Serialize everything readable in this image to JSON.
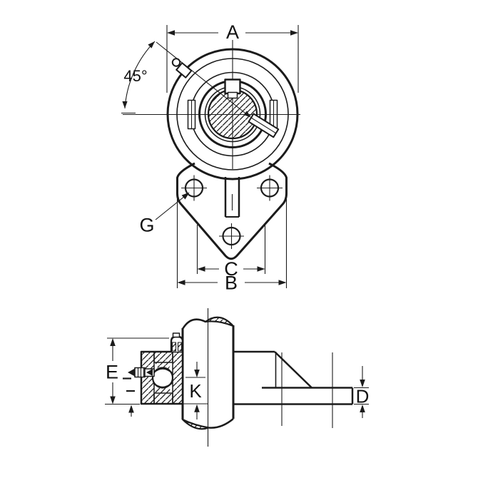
{
  "drawing": {
    "description": "Two-view engineering dimension drawing of a three-bolt flanged bracket ball bearing unit: front view (top) and sectioned side view with shaft (bottom)",
    "labels": {
      "width_a": "A",
      "angle": "45°",
      "grease_hole_ref": "G",
      "inner_bolt_span_c": "C",
      "base_width_b": "B",
      "housing_height_e": "E",
      "center_height_k": "K",
      "base_thickness_d": "D"
    },
    "colors": {
      "line": "#1b1b1b",
      "background": "#ffffff"
    }
  }
}
